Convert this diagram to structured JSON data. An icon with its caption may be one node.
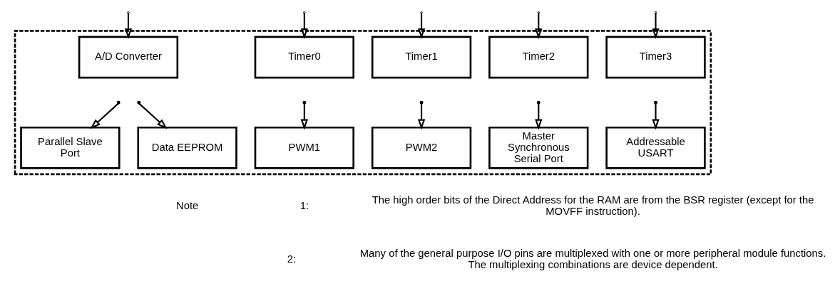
{
  "diagram": {
    "nodes": [
      {
        "text": [],
        "shape": "box"
      },
      {
        "text": [
          "Timer0"
        ],
        "in": 0
      },
      {
        "text": [
          "Timer1"
        ],
        "in": 0
      },
      {
        "text": [
          "Timer2"
        ],
        "in": 0
      },
      {
        "text": [
          "Timer3"
        ],
        "in": 0
      },
      {
        "text": [
          "A/D Converter"
        ],
        "in": 0
      },
      {
        "text": [
          "PWM1"
        ],
        "in": 0
      },
      {
        "text": [
          "PWM2"
        ],
        "in": 0
      },
      {
        "text": [
          "Master Synchronous Serial Port"
        ],
        "in": 0
      },
      {
        "text": [
          "Addressable USART"
        ],
        "in": 0
      },
      {
        "text": [
          "Parallel Slave Port"
        ],
        "in": 0
      },
      {
        "text": [
          "Data EEPROM"
        ],
        "in": 0
      }
    ],
    "edges": [
      {
        "from": null,
        "to": 5,
        "arrow": "to"
      },
      {
        "from": null,
        "to": 1,
        "arrow": "to"
      },
      {
        "from": null,
        "to": 2,
        "arrow": "to"
      },
      {
        "from": null,
        "to": 3,
        "arrow": "to"
      },
      {
        "from": null,
        "to": 4,
        "arrow": "to"
      },
      {
        "from": null,
        "to": 6,
        "arrow": "to"
      },
      {
        "from": null,
        "to": 7,
        "arrow": "to"
      },
      {
        "from": null,
        "to": 8,
        "arrow": "to"
      },
      {
        "from": null,
        "to": 9,
        "arrow": "to"
      },
      {
        "from": null,
        "to": 10,
        "arrow": "to"
      },
      {
        "from": null,
        "to": 11,
        "arrow": "to"
      }
    ],
    "labels": [
      "Note",
      "1:",
      "The high order bits of the Direct Address for the RAM are from the BSR register (except for the MOVFF instruction).",
      "2:",
      "Many of the general purpose I/O pins are multiplexed with one or more peripheral module functions. The multiplexing combinations are device dependent."
    ]
  }
}
